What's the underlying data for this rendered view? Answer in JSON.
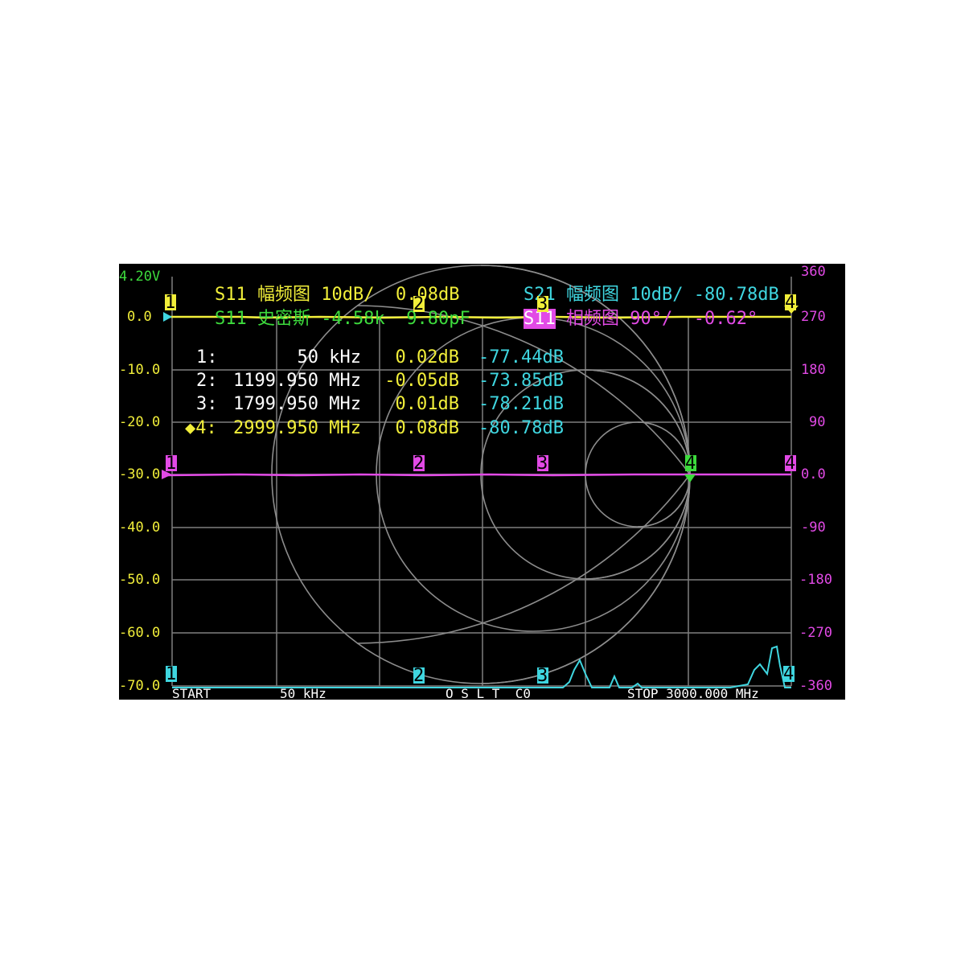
{
  "colors": {
    "background": "#000000",
    "grid": "#7f7f7f",
    "s11_logmag": "#f2ef3a",
    "s11_smith": "#3ddb3d",
    "s21_logmag": "#3fd6e0",
    "s11_phase": "#e24ae6",
    "marker_text": "#ffffff",
    "highlight": "#e24ae6"
  },
  "status": {
    "battery": "4.20V"
  },
  "traces": [
    {
      "parts": [
        "S11",
        "幅频图",
        "10dB/",
        "0.08dB"
      ]
    },
    {
      "parts": [
        "S11",
        "史密斯",
        "-4.58k",
        "9.80pF"
      ]
    },
    {
      "parts": [
        "S21",
        "幅频图",
        "10dB/",
        "-80.78dB"
      ]
    },
    {
      "parts": [
        "S11",
        "相频图",
        "90°/",
        "-0.62°"
      ]
    }
  ],
  "left_axis": [
    "0.0",
    "-10.0",
    "-20.0",
    "-30.0",
    "-40.0",
    "-50.0",
    "-60.0",
    "-70.0"
  ],
  "right_axis": [
    "360",
    "270",
    "180",
    "90",
    "0.0",
    "-90",
    "-180",
    "-270",
    "-360"
  ],
  "markers_table": [
    {
      "id": "1:",
      "freq": "50 kHz",
      "s11": "0.02dB",
      "s21": "-77.44dB"
    },
    {
      "id": "2:",
      "freq": "1199.950 MHz",
      "s11": "-0.05dB",
      "s21": "-73.85dB"
    },
    {
      "id": "3:",
      "freq": "1799.950 MHz",
      "s11": "0.01dB",
      "s21": "-78.21dB"
    },
    {
      "id": "◆4:",
      "freq": "2999.950 MHz",
      "s11": "0.08dB",
      "s21": "-80.78dB"
    }
  ],
  "footer": {
    "start": "START",
    "start_freq": "50 kHz",
    "cal": "O S L T  C0",
    "stop": "STOP 3000.000 MHz"
  },
  "marker_labels": [
    "1",
    "2",
    "3",
    "4"
  ]
}
